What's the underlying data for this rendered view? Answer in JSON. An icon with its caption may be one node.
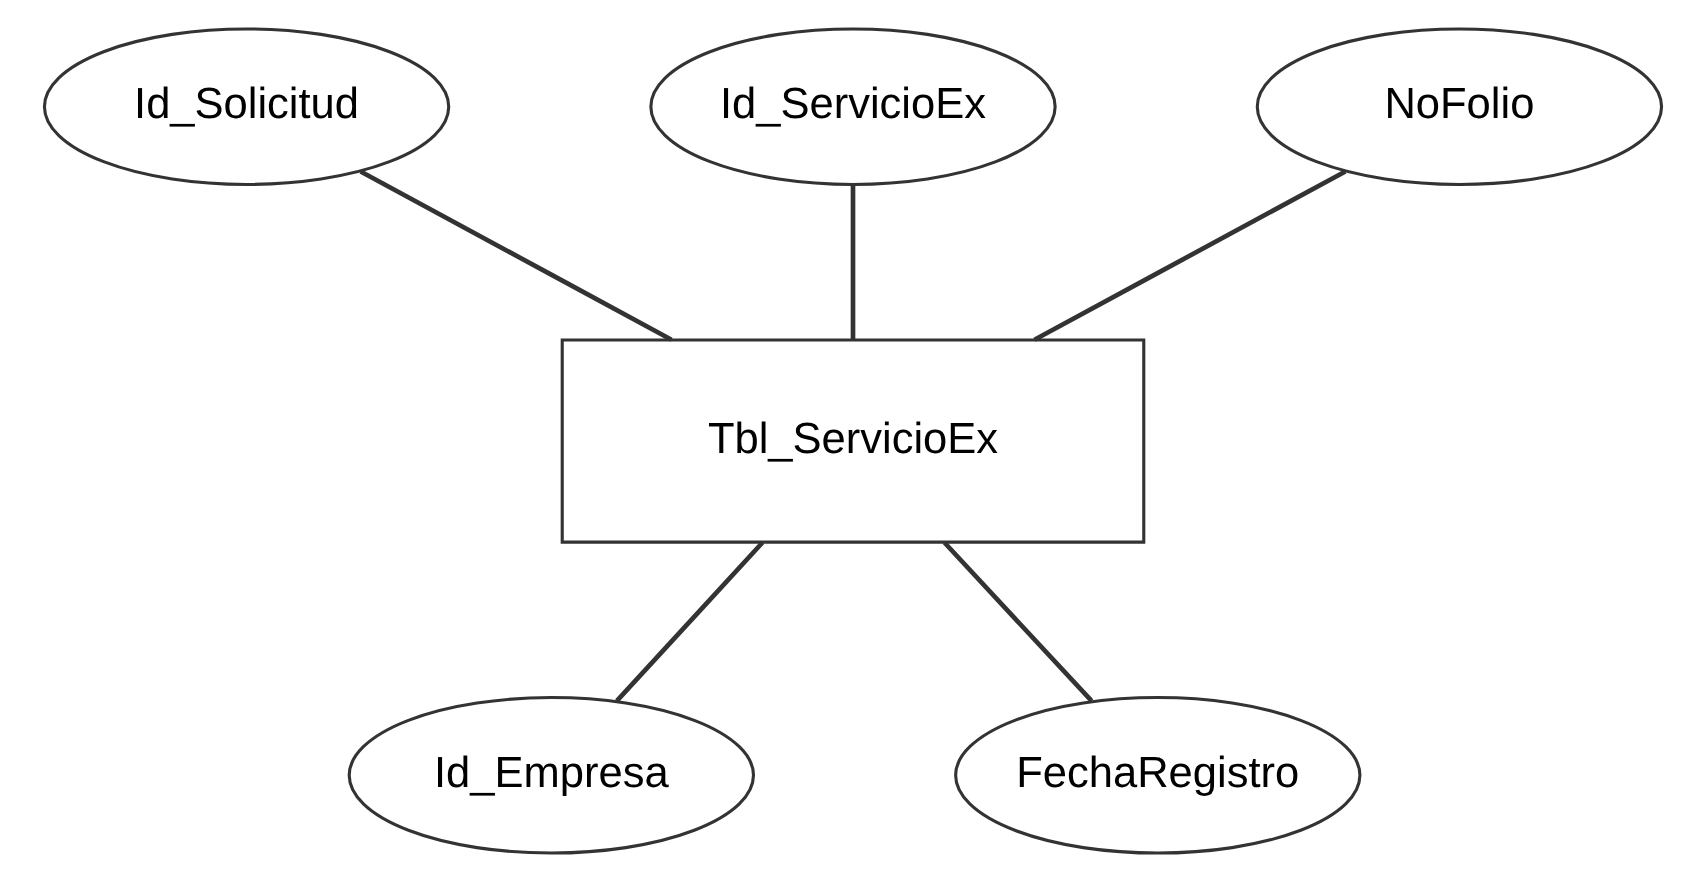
{
  "diagram": {
    "nodes": [
      {
        "text": [
          "Id_Solicitud"
        ]
      },
      {
        "text": [
          "Id_ServicioEx"
        ]
      },
      {
        "text": [
          "NoFolio"
        ]
      },
      {
        "text": [
          "Tbl_ServicioEx"
        ]
      },
      {
        "text": [
          "Id_Empresa"
        ]
      },
      {
        "text": [
          "FechaRegistro"
        ]
      }
    ],
    "edges": [
      {
        "from": 0,
        "to": 3,
        "arrow": "none"
      },
      {
        "from": 1,
        "to": 3,
        "arrow": "none"
      },
      {
        "from": 2,
        "to": 3,
        "arrow": "none"
      },
      {
        "from": 3,
        "to": 4,
        "arrow": "none"
      },
      {
        "from": 3,
        "to": 5,
        "arrow": "none"
      }
    ]
  }
}
